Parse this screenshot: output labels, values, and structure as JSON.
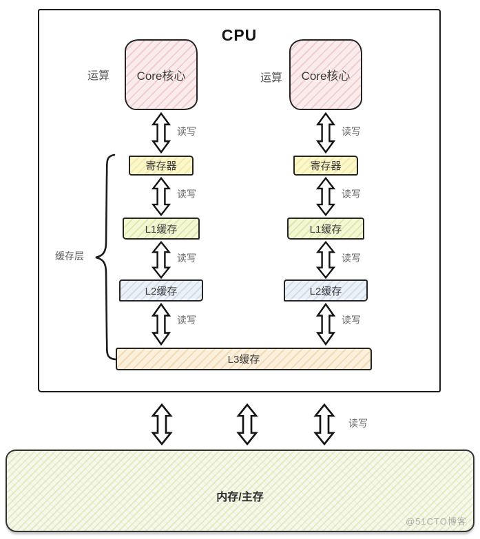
{
  "cpu": {
    "title": "CPU",
    "compute_label": "运算",
    "core_label": "Core核心",
    "register_label": "寄存器",
    "l1_label": "L1缓存",
    "l2_label": "L2缓存",
    "l3_label": "L3缓存",
    "cache_layer_label": "缓存层",
    "rw_label": "读写"
  },
  "memory": {
    "label": "内存/主存",
    "rw_label": "读写"
  },
  "watermark": "@51CTO博客",
  "colors": {
    "core_bg": "#faecec",
    "register_bg": "#fcf7ca",
    "l1_bg": "#f4f7d3",
    "l2_bg": "#ebf1f6",
    "l3_bg": "#faf0db",
    "memory_bg": "#f6f8ec",
    "border": "#1b1b1b"
  }
}
